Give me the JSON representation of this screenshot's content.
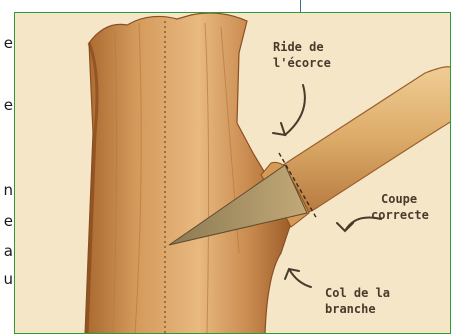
{
  "left_text_fragments": [
    "e",
    "e",
    "n",
    "e",
    "a",
    "u"
  ],
  "diagram": {
    "labels": {
      "ride_line1": "Ride de",
      "ride_line2": "l'écorce",
      "coupe_line1": "Coupe",
      "coupe_line2": "correcte",
      "col_line1": "Col de la",
      "col_line2": "branche"
    }
  }
}
